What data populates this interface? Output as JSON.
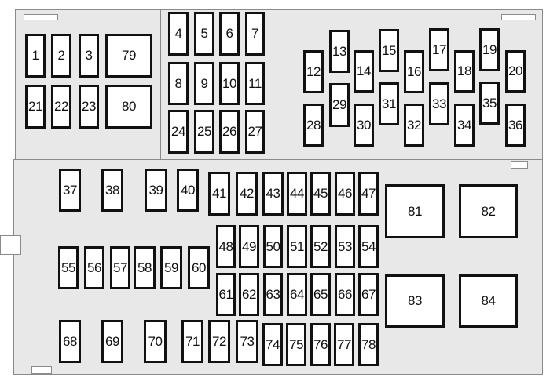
{
  "diagram": {
    "type": "fuse-box-layout",
    "fuses": [
      "1",
      "2",
      "3",
      "4",
      "5",
      "6",
      "7",
      "8",
      "9",
      "10",
      "11",
      "12",
      "13",
      "14",
      "15",
      "16",
      "17",
      "18",
      "19",
      "20",
      "21",
      "22",
      "23",
      "24",
      "25",
      "26",
      "27",
      "28",
      "29",
      "30",
      "31",
      "32",
      "33",
      "34",
      "35",
      "36",
      "37",
      "38",
      "39",
      "40",
      "41",
      "42",
      "43",
      "44",
      "45",
      "46",
      "47",
      "48",
      "49",
      "50",
      "51",
      "52",
      "53",
      "54",
      "55",
      "56",
      "57",
      "58",
      "59",
      "60",
      "61",
      "62",
      "63",
      "64",
      "65",
      "66",
      "67",
      "68",
      "69",
      "70",
      "71",
      "72",
      "73",
      "74",
      "75",
      "76",
      "77",
      "78"
    ],
    "relays": [
      "79",
      "80",
      "81",
      "82",
      "83",
      "84"
    ]
  }
}
